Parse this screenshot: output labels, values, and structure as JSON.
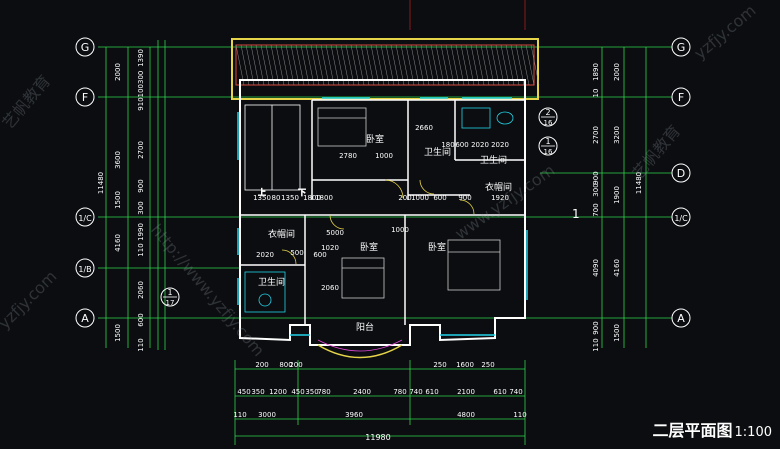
{
  "title": "二层平面图",
  "scale": "1:100",
  "axes": {
    "rows": [
      "G",
      "F",
      "D",
      "1/C",
      "1/B",
      "A"
    ],
    "left_row_labels": [
      "G",
      "F",
      "1/C",
      "1/B",
      "A"
    ],
    "right_row_labels": [
      "G",
      "F",
      "D",
      "1/C",
      "A"
    ],
    "section_marks": [
      {
        "num": "2",
        "den": "16"
      },
      {
        "num": "1",
        "den": "16"
      },
      {
        "num": "1",
        "den": "17"
      }
    ],
    "axis_number": "1"
  },
  "left_dims_outer": [
    "2000",
    "3600",
    "1500",
    "4160",
    "1500"
  ],
  "left_dims_total": "11480",
  "left_dims_inner": [
    "1390",
    "100300",
    "910",
    "2700",
    "900",
    "300",
    "1990",
    "110",
    "2060",
    "600",
    "110"
  ],
  "right_dims_outer": [
    "2000",
    "3200",
    "1900",
    "4160",
    "1500"
  ],
  "right_dims_total": "11480",
  "right_dims_inner": [
    "1890",
    "10",
    "2700",
    "900",
    "300",
    "700",
    "4090",
    "900",
    "110"
  ],
  "bottom_dims": {
    "row1": [
      "200",
      "800",
      "200",
      "250",
      "1600",
      "250"
    ],
    "row2": [
      "450",
      "350",
      "1200",
      "450",
      "350",
      "780",
      "2400",
      "780",
      "740",
      "610",
      "2100",
      "610",
      "740"
    ],
    "row3": [
      "110",
      "3000",
      "3960",
      "4800",
      "110"
    ],
    "total": "11980"
  },
  "rooms": [
    {
      "label": "卧室",
      "key": "bedroom1"
    },
    {
      "label": "卫生间",
      "key": "wc1"
    },
    {
      "label": "卫生间",
      "key": "wc2"
    },
    {
      "label": "衣帽间",
      "key": "closet1"
    },
    {
      "label": "衣帽间",
      "key": "closet2"
    },
    {
      "label": "卧室",
      "key": "bedroom2"
    },
    {
      "label": "卧室",
      "key": "bedroom3"
    },
    {
      "label": "卫生间",
      "key": "wc3"
    },
    {
      "label": "阳台",
      "key": "balcony"
    }
  ],
  "inner_dims": [
    "2780",
    "1000",
    "1800",
    "2020",
    "200",
    "1000",
    "600",
    "900",
    "1920",
    "1350",
    "80",
    "1350",
    "1800",
    "2020",
    "500",
    "600",
    "2060",
    "1020",
    "5000",
    "1000",
    "2660",
    "180",
    "600",
    "2020"
  ],
  "stair_labels": [
    "上",
    "下"
  ],
  "watermarks": [
    "http://www.yzfjy.com",
    "艺帆教育",
    "yzfjy.com",
    "www.yzfjy.com"
  ],
  "colors": {
    "wall": "#ffffff",
    "dim": "#2fd34a",
    "text_room": "#ffffff",
    "text_dim": "#ffffff",
    "cyan": "#22d3e8",
    "yellow": "#e6d54a",
    "red": "#d94a3a",
    "magenta": "#e04ad8",
    "background": "#0b0d10"
  }
}
